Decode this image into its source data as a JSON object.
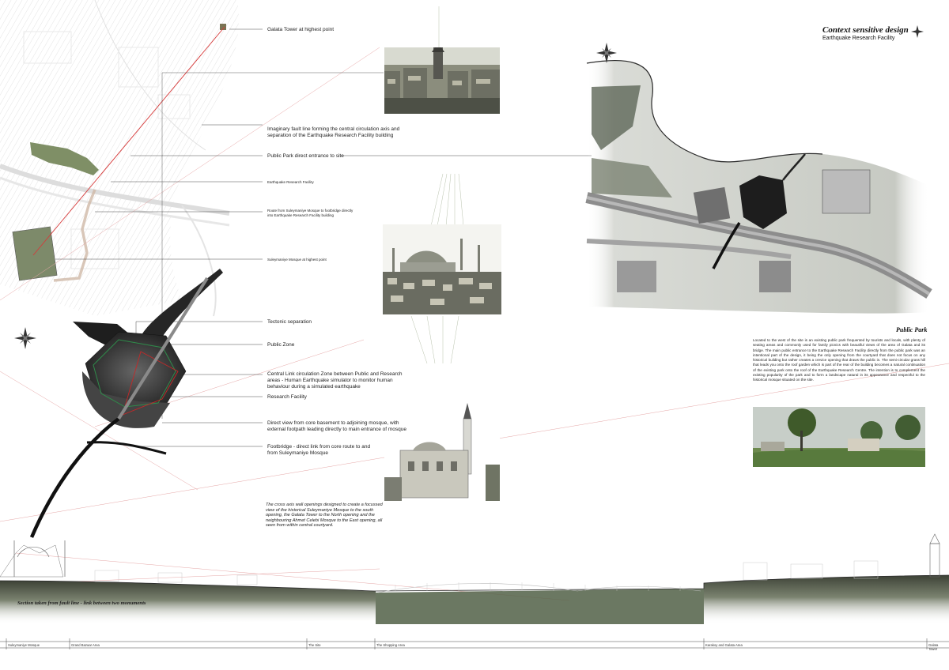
{
  "header": {
    "title": "Context sensitive design",
    "subtitle": "Earthquake Research Facility"
  },
  "annotations": [
    {
      "key": "galata",
      "text": "Galata Tower at highest point"
    },
    {
      "key": "fault",
      "text": "Imaginary fault line forming the central circulation axis and separation of the Earthquake Research Facility building"
    },
    {
      "key": "park_entrance",
      "text": "Public Park direct entrance to site"
    },
    {
      "key": "erf",
      "text": "Earthquake Research Facility"
    },
    {
      "key": "route",
      "text": "Route from Suleymaniye Mosque to footbridge directly into Earthquake Research Facility building"
    },
    {
      "key": "suleymaniye",
      "text": "Suleymaniye Mosque at highest point"
    },
    {
      "key": "tectonic",
      "text": "Tectonic separation"
    },
    {
      "key": "public_zone",
      "text": "Public Zone"
    },
    {
      "key": "central_link",
      "text": "Central Link circulation Zone between Public and Research areas - Human Earthquake simulator to monitor human behaviour during a simulated earthquake"
    },
    {
      "key": "research",
      "text": "Research Facility"
    },
    {
      "key": "direct_view",
      "text": "Direct view from core basement to adjoining mosque, with external footpath leading directly to main entrance of mosque"
    },
    {
      "key": "footbridge",
      "text": "Footbridge - direct link from core route to and from Suleymaniye Mosque"
    }
  ],
  "quote": "The cross axis wall openings designed to create a focussed view of the historical Suleymaniye Mosque to the south opening, the Galata Tower to the North opening and the neighbouring Ahmet Celebi Mosque to the East opening, all seen from within central courtyard.",
  "public_park": {
    "heading": "Public Park",
    "text": "Located to the west of the site is an existing public park frequented by tourists and locals, with plenty of seating areas and commonly used for family picnics with beautiful views of the area of Galata and its bridge. The main public entrance to the Earthquake Research Facility directly from the public park was an intentional part of the design, it being the only opening from the courtyard that does not focus on any historical building but rather creates a crevice opening that draws the public in. The semi-circular grass hill that leads you onto the roof garden which is part of the rear of the building becomes a natural continuation of the existing park onto the roof of the Earthquake Research Centre. The intention is to complement the existing popularity of the park and to form a landscape natural in its appearance and respectful to the historical mosque situated on the site."
  },
  "section": {
    "title": "Section taken from fault line - link between two monuments",
    "ruler": [
      "Suleymaniye Mosque",
      "Grand Bazaar Area",
      "The Site",
      "The Shopping Area",
      "Karakoy and Galata Area",
      "Galata Tower"
    ]
  },
  "icons": [
    "compass-rose-icon"
  ],
  "colors": {
    "fault_line": "#d63a3a",
    "route": "#c8a898",
    "vegetation": "#7f8f66"
  }
}
